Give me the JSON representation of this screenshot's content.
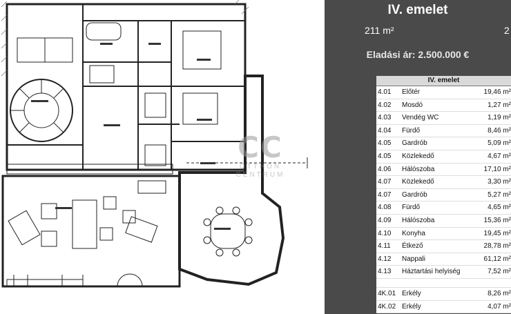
{
  "watermark": {
    "mark": "CC",
    "line1": "OTTHON",
    "line2": "CENTRUM"
  },
  "panel": {
    "title": "IV. emelet",
    "area_left": "211 m²",
    "area_right": "2",
    "price": "Eladási ár: 2.500.000 €"
  },
  "table": {
    "header": "IV. emelet",
    "rows": [
      {
        "id": "4.01",
        "name": "Előtér",
        "area": "19,46 m²"
      },
      {
        "id": "4.02",
        "name": "Mosdó",
        "area": "1,27 m²"
      },
      {
        "id": "4.03",
        "name": "Vendég WC",
        "area": "1,19 m²"
      },
      {
        "id": "4.04",
        "name": "Fürdő",
        "area": "8,46 m²"
      },
      {
        "id": "4.05",
        "name": "Gardrób",
        "area": "5,09 m²"
      },
      {
        "id": "4.05",
        "name": "Közlekedő",
        "area": "4,67 m²"
      },
      {
        "id": "4.06",
        "name": "Hálószoba",
        "area": "17,10 m²"
      },
      {
        "id": "4.07",
        "name": "Közlekedő",
        "area": "3,30 m²"
      },
      {
        "id": "4.07",
        "name": "Gardrób",
        "area": "5,27 m²"
      },
      {
        "id": "4.08",
        "name": "Fürdő",
        "area": "4,65 m²"
      },
      {
        "id": "4.09",
        "name": "Hálószoba",
        "area": "15,36 m²"
      },
      {
        "id": "4.10",
        "name": "Konyha",
        "area": "19,45 m²"
      },
      {
        "id": "4.11",
        "name": "Étkező",
        "area": "28,78 m²"
      },
      {
        "id": "4.12",
        "name": "Nappali",
        "area": "61,12 m²"
      },
      {
        "id": "4.13",
        "name": "Háztartási helyiség",
        "area": "7,52 m²"
      }
    ],
    "balconies": [
      {
        "id": "4K.01",
        "name": "Erkély",
        "area": "8,26 m²"
      },
      {
        "id": "4K.02",
        "name": "Erkély",
        "area": "4,07 m²"
      }
    ]
  }
}
